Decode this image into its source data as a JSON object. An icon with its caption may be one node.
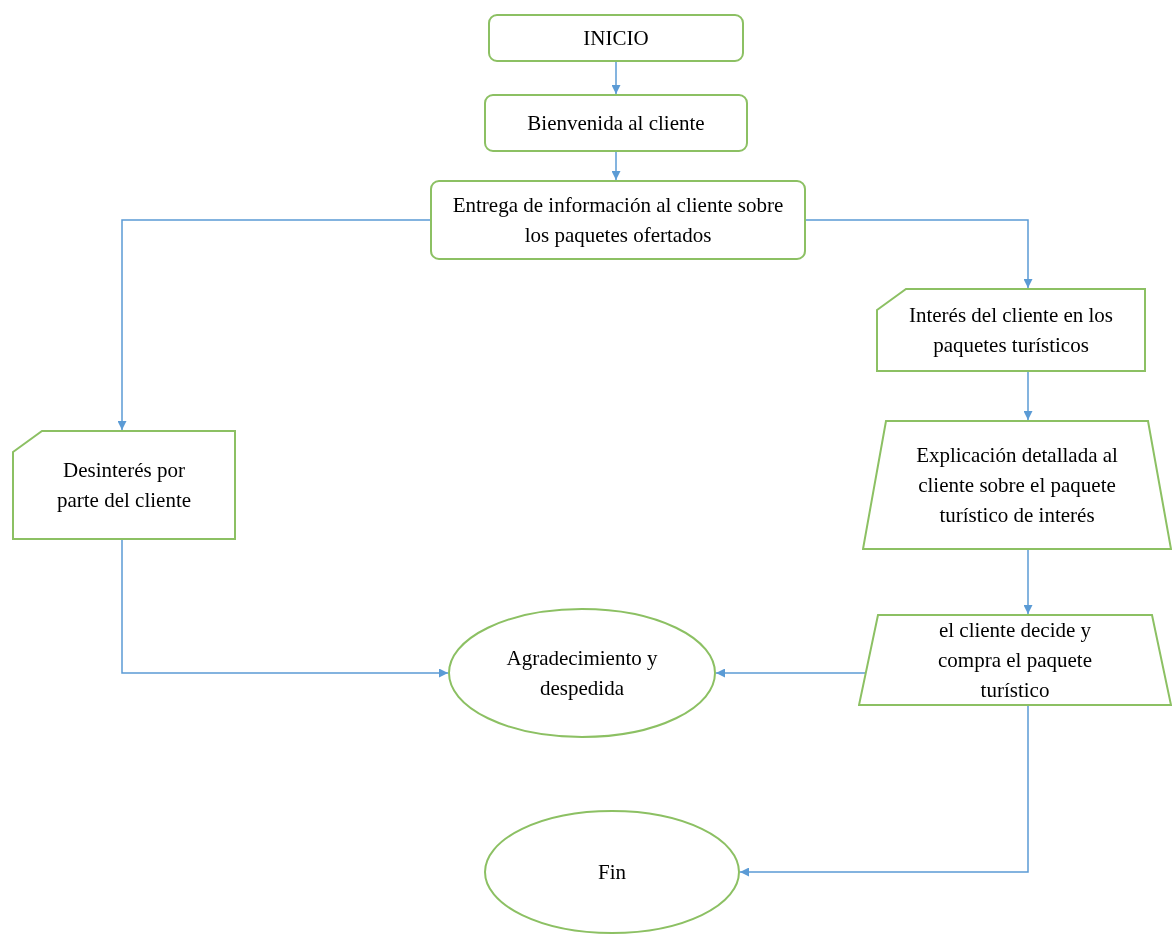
{
  "diagram": {
    "nodes": [
      {
        "text": [
          "INICIO"
        ]
      },
      {
        "text": [
          "Bienvenida al cliente"
        ]
      },
      {
        "text": [
          "Entrega de información al cliente sobre los paquetes ofertados"
        ]
      },
      {
        "text": [
          "Interés del cliente en los paquetes turísticos"
        ]
      },
      {
        "text": [
          "Desinterés por parte del cliente"
        ]
      },
      {
        "text": [
          "Explicación detallada al cliente sobre el paquete turístico de interés"
        ]
      },
      {
        "text": [
          "el cliente decide y compra el paquete turístico"
        ]
      },
      {
        "text": [
          "Agradecimiento y despedida"
        ]
      },
      {
        "text": [
          "Fin"
        ]
      }
    ],
    "edges": [
      {
        "from": 0,
        "to": 1,
        "arrow": "to"
      },
      {
        "from": 1,
        "to": 2,
        "arrow": "to"
      },
      {
        "from": 2,
        "to": 3,
        "arrow": "to"
      },
      {
        "from": 2,
        "to": 4,
        "arrow": "to"
      },
      {
        "from": 3,
        "to": 5,
        "arrow": "to"
      },
      {
        "from": 5,
        "to": 6,
        "arrow": "to"
      },
      {
        "from": 4,
        "to": 7,
        "arrow": "to"
      },
      {
        "from": 6,
        "to": 7,
        "arrow": "to"
      },
      {
        "from": 6,
        "to": 8,
        "arrow": "to"
      }
    ]
  }
}
